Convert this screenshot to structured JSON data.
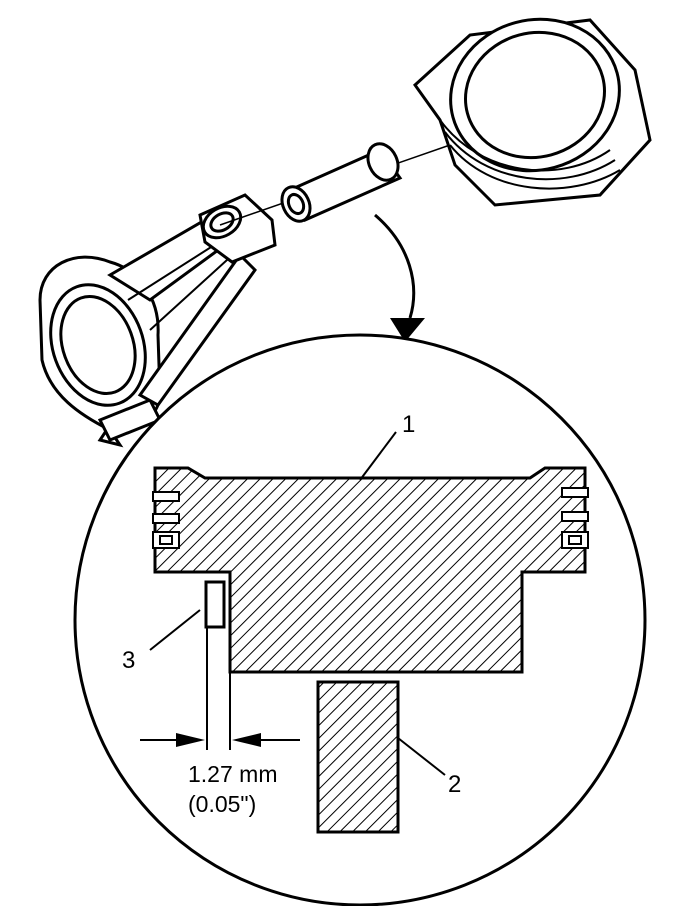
{
  "callouts": {
    "piston": "1",
    "connecting_rod": "2",
    "pin_end": "3"
  },
  "dimension": {
    "metric": "1.27 mm",
    "imperial": "(0.05\")"
  },
  "colors": {
    "ink": "#000000",
    "paper": "#ffffff"
  }
}
